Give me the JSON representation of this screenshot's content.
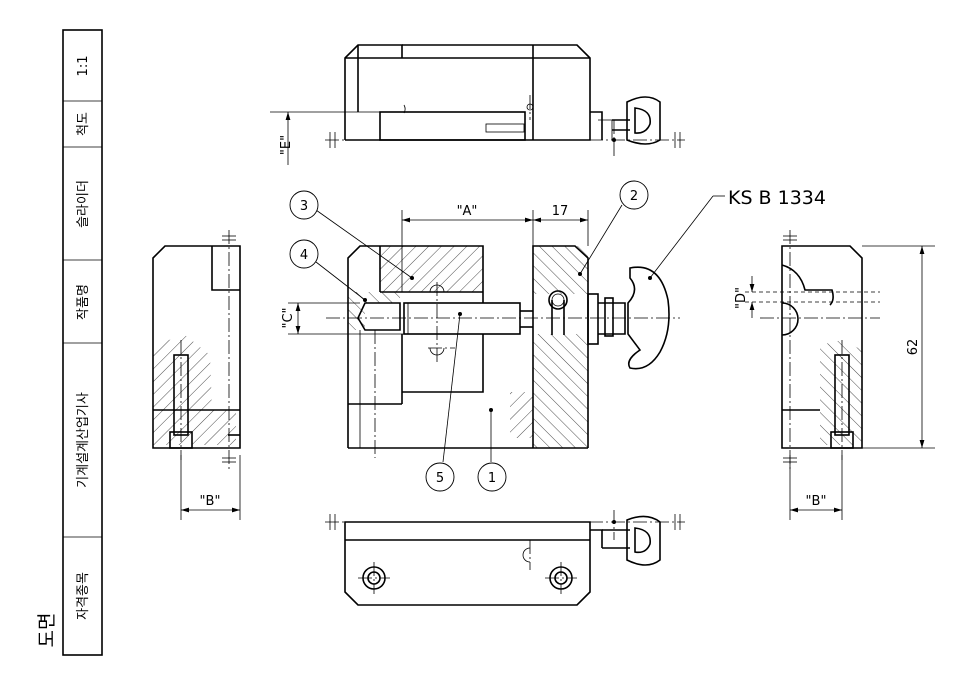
{
  "title_block": {
    "scale_value": "1:1",
    "scale_label": "척도",
    "part_name_value": "슬라이더",
    "part_name_label": "작품명",
    "qualification_value": "기계설계산업기사",
    "qualification_label": "자격종목",
    "drawing_label": "도면"
  },
  "dimensions": {
    "a": "\"A\"",
    "seventeen": "17",
    "b_left": "\"B\"",
    "b_right": "\"B\"",
    "c": "\"C\"",
    "d": "\"D\"",
    "e": "\"E\"",
    "height": "62"
  },
  "standard_note": "KS B 1334",
  "balloons": [
    "1",
    "2",
    "3",
    "4",
    "5"
  ]
}
